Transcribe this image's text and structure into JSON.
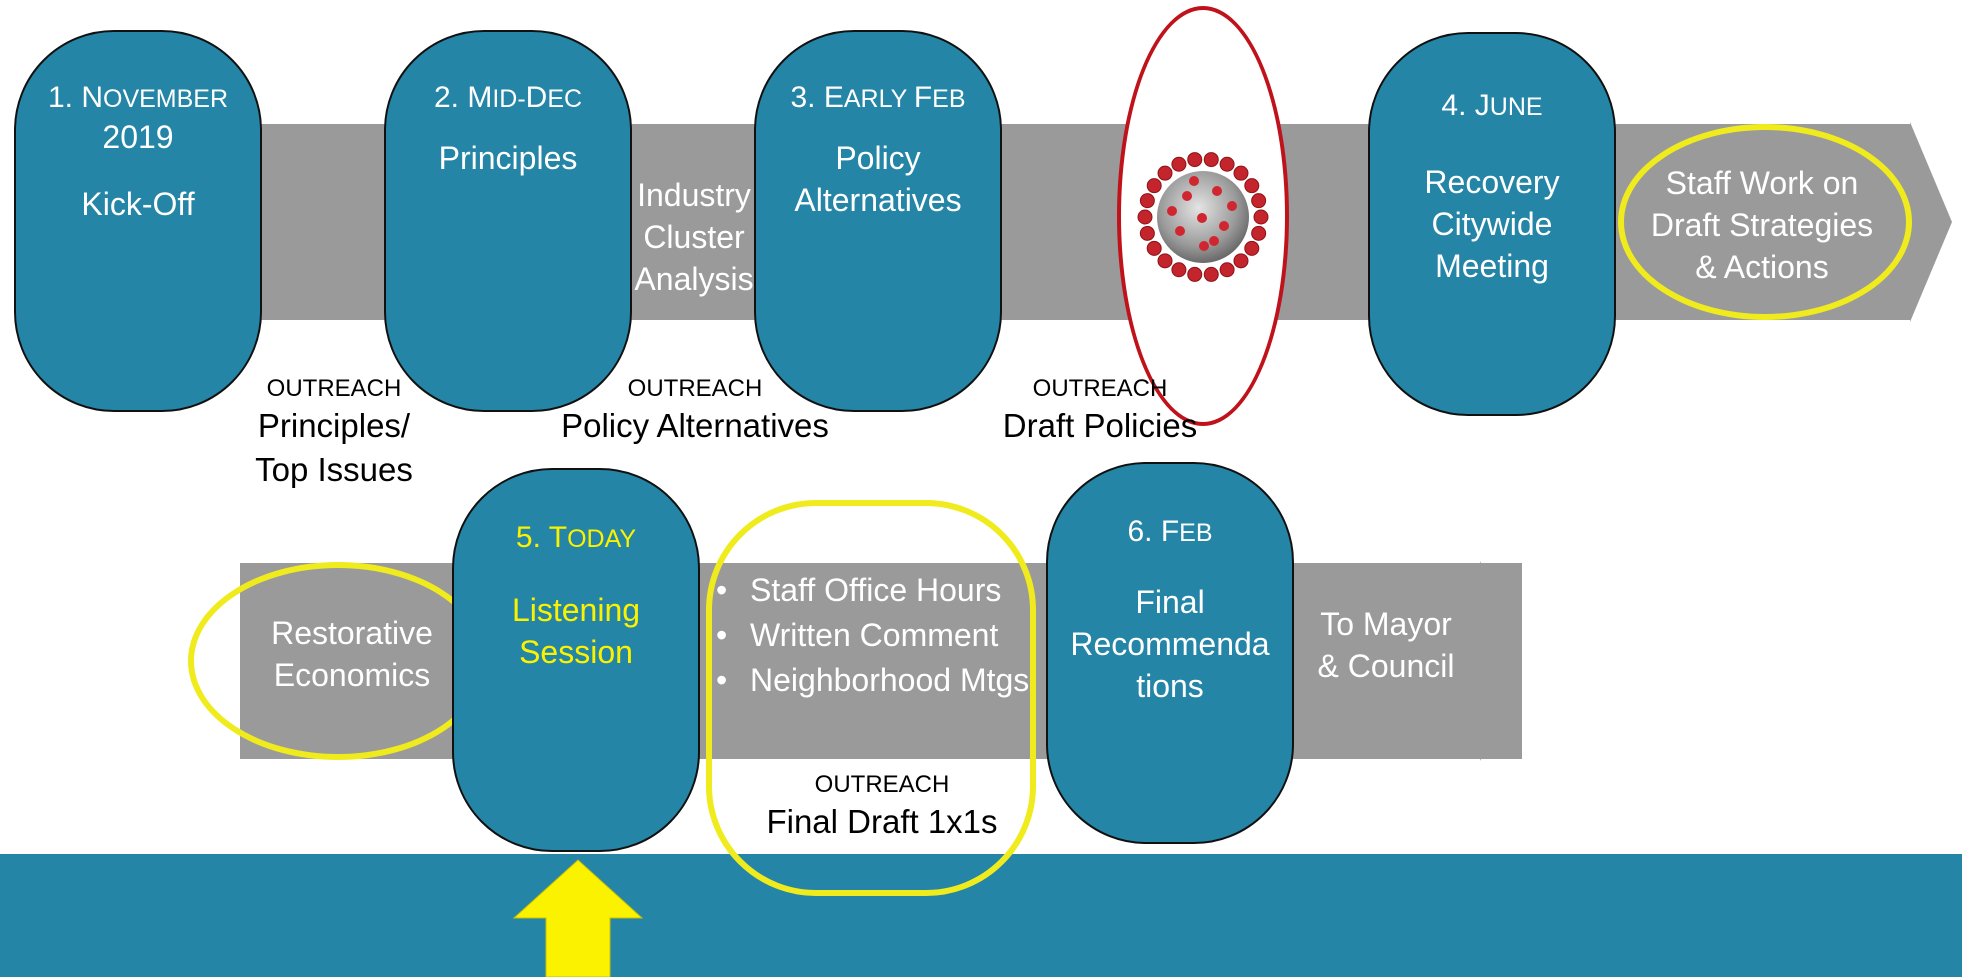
{
  "colors": {
    "pill": "#2585a6",
    "band": "#9a9a9a",
    "highlight": "#f0eb1d",
    "virus_ring": "#c0121b",
    "today_text": "#fbf200"
  },
  "row1": {
    "phases": [
      {
        "num": "1. ",
        "cap": "N",
        "rest": "OVEMBER",
        "line2": "2019",
        "label": "Kick-Off"
      },
      {
        "num": "2. ",
        "cap": "M",
        "rest": "ID-",
        "cap2": "D",
        "rest2": "EC",
        "label": "Principles"
      },
      {
        "num": "3. ",
        "cap": "E",
        "rest": "ARLY ",
        "cap2": "F",
        "rest2": "EB",
        "label_line1": "Policy",
        "label_line2": "Alternatives"
      },
      {
        "num": "4. ",
        "cap": "J",
        "rest": "UNE",
        "label_line1": "Recovery",
        "label_line2": "Citywide",
        "label_line3": "Meeting"
      }
    ],
    "band_labels": {
      "industry": [
        "Industry",
        "Cluster",
        "Analysis"
      ],
      "staff_work": [
        "Staff Work on",
        "Draft Strategies",
        "& Actions"
      ]
    },
    "virus_icon": "coronavirus-icon",
    "outreach": [
      {
        "label": "OUTREACH",
        "line1": "Principles/",
        "line2": "Top Issues"
      },
      {
        "label": "OUTREACH",
        "line1": "Policy Alternatives"
      },
      {
        "label": "OUTREACH",
        "line1": "Draft Policies"
      }
    ]
  },
  "row2": {
    "restorative": [
      "Restorative",
      "Economics"
    ],
    "today": {
      "num": "5. ",
      "cap": "T",
      "rest": "ODAY",
      "label_line1": "Listening",
      "label_line2": "Session"
    },
    "bullets": [
      "Staff Office Hours",
      "Written Comment",
      "Neighborhood Mtgs"
    ],
    "outreach": {
      "label": "OUTREACH",
      "line1": "Final Draft 1x1s"
    },
    "feb": {
      "num": "6. ",
      "cap": "F",
      "rest": "EB",
      "label_line1": "Final",
      "label_line2": "Recommenda",
      "label_line3": "tions"
    },
    "mayor": [
      "To Mayor",
      "& Council"
    ]
  },
  "pointer_icon": "up-arrow-icon"
}
